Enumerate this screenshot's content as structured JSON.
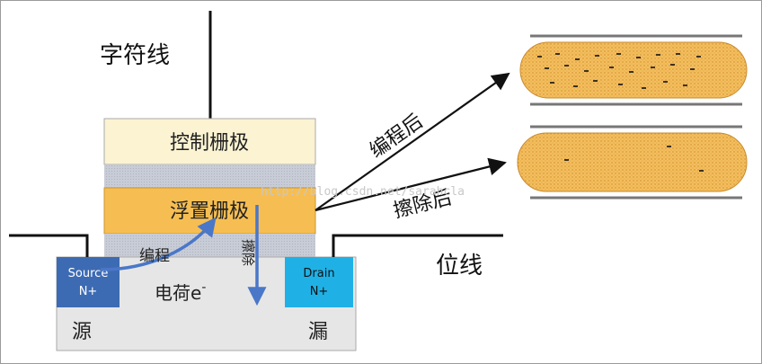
{
  "labels": {
    "word_line": "字符线",
    "bit_line": "位线",
    "control_gate": "控制栅极",
    "floating_gate": "浮置栅极",
    "programming": "编程",
    "erase": "擦除",
    "electron": "电荷e",
    "electron_sup": "-",
    "source_name": "Source",
    "source_type": "N+",
    "drain_name": "Drain",
    "drain_type": "N+",
    "source_cn": "源",
    "drain_cn": "漏",
    "after_program": "编程后",
    "after_erase": "擦除后"
  },
  "watermark": "http://blog.csdn.net/sarahcla",
  "colors": {
    "control_gate": "#fbf3d2",
    "oxide": "#c9cdd8",
    "floating_gate": "#f6be52",
    "substrate": "#e6e6e6",
    "source": "#3d6bb3",
    "drain": "#1fb1e6",
    "arrow_blue": "#4a77c8",
    "gate_fill": "#f1ba5c"
  }
}
